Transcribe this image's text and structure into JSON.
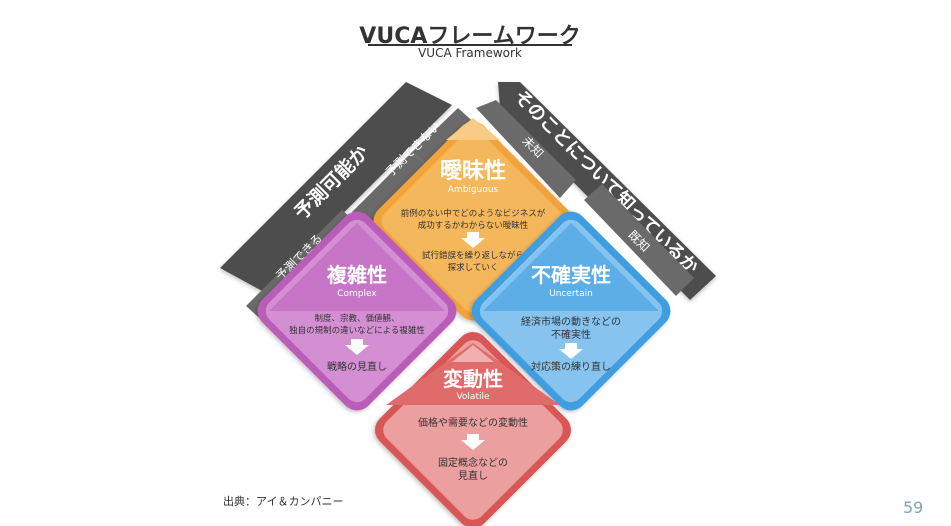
{
  "title": "VUCAフレームワーク",
  "subtitle": "VUCA Framework",
  "source": "出典：アイ＆カンパニー",
  "page_number": "59",
  "bands": {
    "predictable": "予測可能か",
    "can_predict": "予測できる",
    "cannot_predict": "予測できない",
    "know": "そのことについて知っているか",
    "unknown": "未知",
    "known": "既知"
  },
  "quadrants": {
    "ambiguous": {
      "title": "曖昧性",
      "en": "Ambiguous",
      "line1": "前例のない中でどのようなビジネスが",
      "line2": "成功するかわからない曖昧性",
      "line3": "試行錯誤を繰り返しながら",
      "line4": "探求していく",
      "color": "#f5b75c"
    },
    "complex": {
      "title": "複雑性",
      "en": "Complex",
      "line1": "制度、宗教、価値観、",
      "line2": "独自の規制の違いなどによる複雑性",
      "line3": "戦略の見直し",
      "color": "#c775c6"
    },
    "uncertain": {
      "title": "不確実性",
      "en": "Uncertain",
      "line1": "経済市場の動きなどの",
      "line2": "不確実性",
      "line3": "対応策の練り直し",
      "color": "#5daee6"
    },
    "volatile": {
      "title": "変動性",
      "en": "Volatile",
      "line1": "価格や需要などの変動性",
      "line2": "固定概念などの",
      "line3": "見直し",
      "color": "#e06b6b"
    }
  }
}
